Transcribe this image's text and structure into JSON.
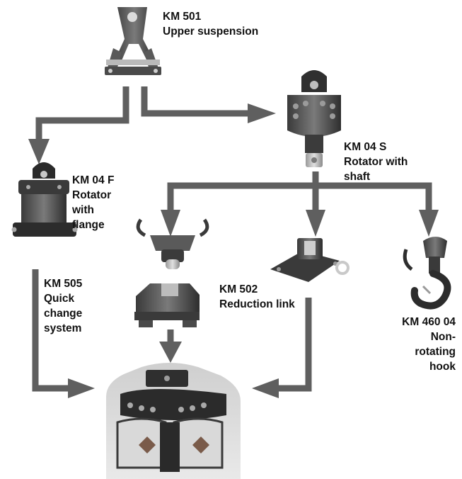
{
  "colors": {
    "arrow": "#5f5f5f",
    "text": "#111111",
    "metal_dark": "#2b2b2b",
    "metal_mid": "#6a6a6a",
    "metal_light": "#c9c9c9"
  },
  "components": {
    "km501": {
      "lines": [
        "KM 501",
        "Upper suspension"
      ],
      "icon": "upper-suspension-icon"
    },
    "km04s": {
      "lines": [
        "KM 04 S",
        "Rotator with",
        "shaft"
      ],
      "icon": "rotator-with-shaft-icon"
    },
    "km04f": {
      "lines": [
        "KM 04 F",
        "Rotator",
        "with",
        "flange"
      ],
      "icon": "rotator-with-flange-icon"
    },
    "km505": {
      "lines": [
        "KM 505",
        "Quick",
        "change",
        "system"
      ],
      "icon": "quick-change-system-icon"
    },
    "km502": {
      "lines": [
        "KM 502",
        "Reduction link"
      ],
      "icon": "reduction-link-icon"
    },
    "km46004": {
      "lines": [
        "KM 460 04",
        "Non-",
        "rotating",
        "hook"
      ],
      "icon": "non-rotating-hook-icon"
    }
  },
  "grapple": {
    "icon": "grapple-icon"
  }
}
